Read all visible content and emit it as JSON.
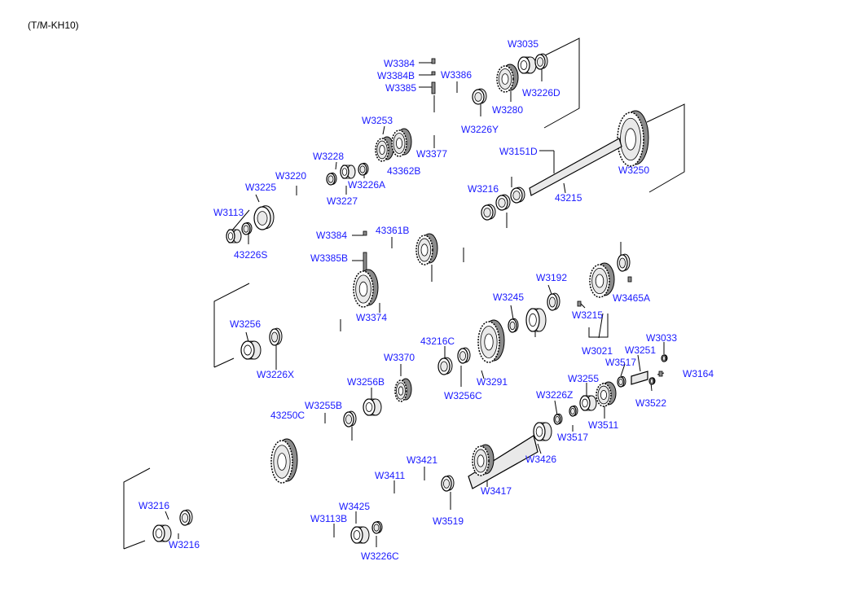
{
  "diagram": {
    "model": "(T/M-KH10)",
    "colors": {
      "label": "#1a1aff",
      "line": "#000000",
      "part_fill": "#e9e9e9",
      "part_dark": "#8c8c8c"
    },
    "labels": [
      "W3035",
      "W3384",
      "W3384B",
      "W3386",
      "W3385",
      "W3226D",
      "W3280",
      "W3226Y",
      "W3253",
      "W3377",
      "W3151D",
      "W3228",
      "43362B",
      "W3220",
      "W3226A",
      "W3227",
      "W3225",
      "W3250",
      "W3216",
      "43215",
      "W3113",
      "43226S",
      "W3384",
      "43361B",
      "W3385B",
      "W3192",
      "W3245",
      "W3374",
      "W3465A",
      "W3215",
      "W3256",
      "43216C",
      "W3370",
      "W3021",
      "W3033",
      "W3251",
      "W3517",
      "W3164",
      "W3226X",
      "W3256B",
      "W3291",
      "W3256C",
      "W3255",
      "W3226Z",
      "W3522",
      "W3255B",
      "43250C",
      "W3511",
      "W3517",
      "W3426",
      "W3421",
      "W3411",
      "W3417",
      "W3216",
      "W3425",
      "W3113B",
      "W3519",
      "W3216",
      "W3226C"
    ]
  }
}
